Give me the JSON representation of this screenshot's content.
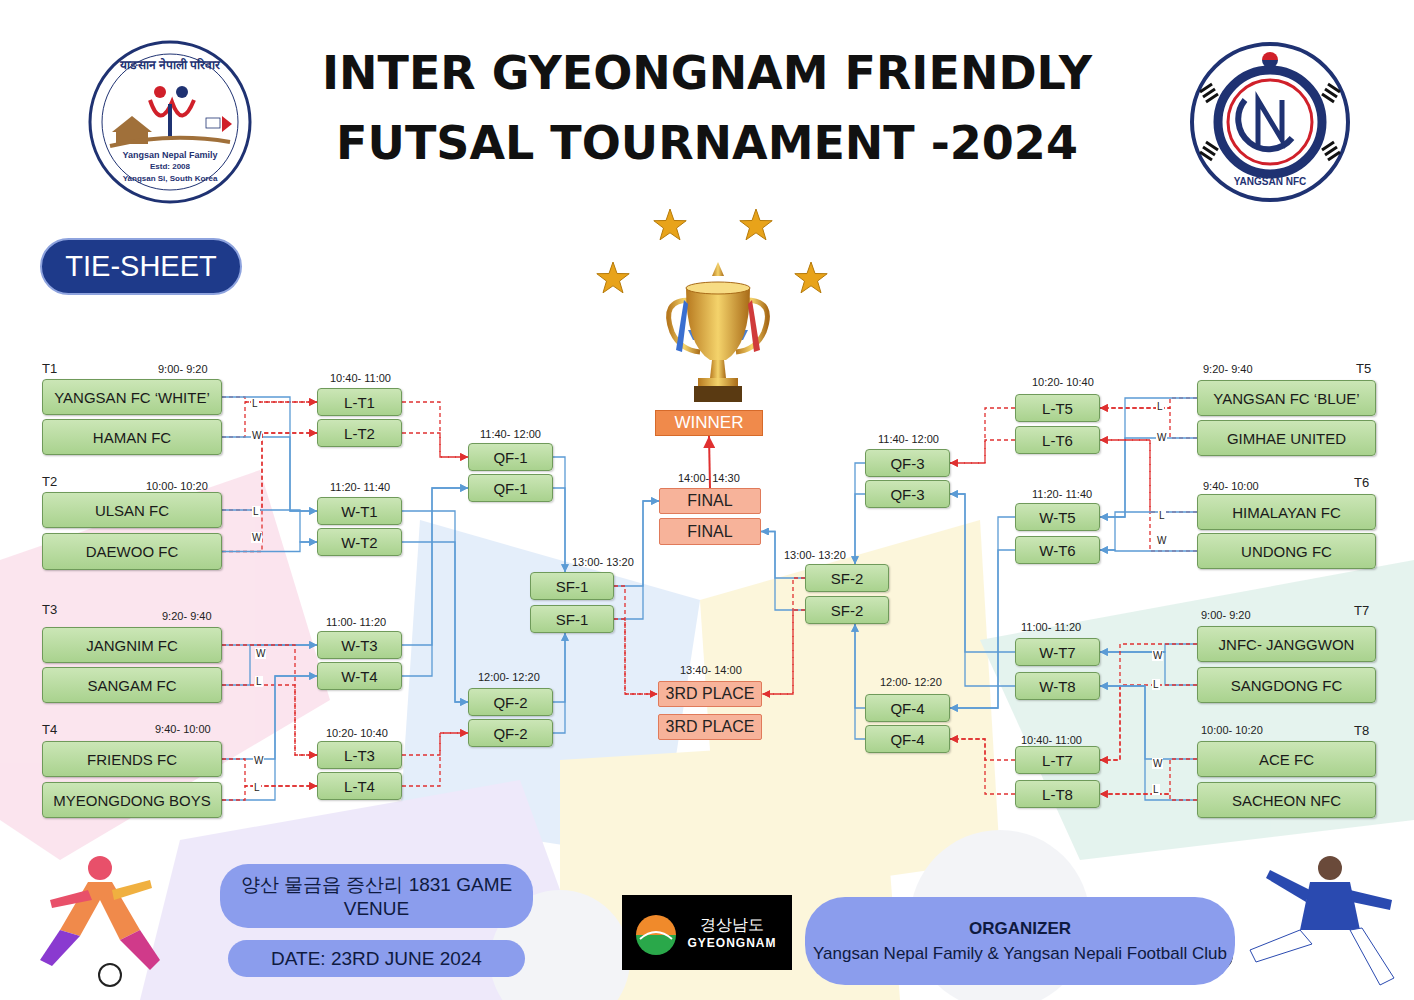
{
  "diagram": {
    "title": "INTER GYEONGNAM FRIENDLY FUTSAL TOURNAMENT -2024",
    "nodes": [
      {
        "text": [
          "TIE-SHEET"
        ]
      },
      {
        "text": [
          "YANGSAN FC ‘WHITE’"
        ]
      },
      {
        "text": [
          "HAMAN FC"
        ]
      },
      {
        "text": [
          "ULSAN FC"
        ]
      },
      {
        "text": [
          "DAEWOO FC"
        ]
      },
      {
        "text": [
          "JANGNIM FC"
        ]
      },
      {
        "text": [
          "SANGAM FC"
        ]
      },
      {
        "text": [
          "FRIENDS FC"
        ]
      },
      {
        "text": [
          "MYEONGDONG BOYS"
        ]
      },
      {
        "text": [
          "L-T1"
        ]
      },
      {
        "text": [
          "L-T2"
        ]
      },
      {
        "text": [
          "W-T1"
        ]
      },
      {
        "text": [
          "W-T2"
        ]
      },
      {
        "text": [
          "W-T3"
        ]
      },
      {
        "text": [
          "W-T4"
        ]
      },
      {
        "text": [
          "L-T3"
        ]
      },
      {
        "text": [
          "L-T4"
        ]
      },
      {
        "text": [
          "QF-1"
        ]
      },
      {
        "text": [
          "QF-1"
        ]
      },
      {
        "text": [
          "QF-2"
        ]
      },
      {
        "text": [
          "QF-2"
        ]
      },
      {
        "text": [
          "SF-1"
        ]
      },
      {
        "text": [
          "SF-1"
        ]
      },
      {
        "text": [
          "WINNER"
        ]
      },
      {
        "text": [
          "FINAL"
        ]
      },
      {
        "text": [
          "FINAL"
        ]
      },
      {
        "text": [
          "3RD PLACE"
        ]
      },
      {
        "text": [
          "3RD PLACE"
        ]
      },
      {
        "text": [
          "SF-2"
        ]
      },
      {
        "text": [
          "SF-2"
        ]
      },
      {
        "text": [
          "QF-3"
        ]
      },
      {
        "text": [
          "QF-3"
        ]
      },
      {
        "text": [
          "QF-4"
        ]
      },
      {
        "text": [
          "QF-4"
        ]
      },
      {
        "text": [
          "L-T5"
        ]
      },
      {
        "text": [
          "L-T6"
        ]
      },
      {
        "text": [
          "W-T5"
        ]
      },
      {
        "text": [
          "W-T6"
        ]
      },
      {
        "text": [
          "W-T7"
        ]
      },
      {
        "text": [
          "W-T8"
        ]
      },
      {
        "text": [
          "L-T7"
        ]
      },
      {
        "text": [
          "L-T8"
        ]
      },
      {
        "text": [
          "YANGSAN FC ‘BLUE’"
        ]
      },
      {
        "text": [
          "GIMHAE UNITED"
        ]
      },
      {
        "text": [
          "HIMALAYAN FC"
        ]
      },
      {
        "text": [
          "UNDONG FC"
        ]
      },
      {
        "text": [
          "JNFC- JANGGWON"
        ]
      },
      {
        "text": [
          "SANGDONG FC"
        ]
      },
      {
        "text": [
          "ACE FC"
        ]
      },
      {
        "text": [
          "SACHEON NFC"
        ]
      },
      {
        "text": [
          "양산 물금읍 증산리 1831 GAME VENUE"
        ]
      },
      {
        "text": [
          "DATE: 23RD JUNE 2024"
        ]
      },
      {
        "text": [
          "ORGANIZER",
          "Yangsan Nepal Family & Yangsan Nepali Football Club"
        ]
      },
      {
        "text": [
          "경상남도",
          "GYEONGNAM"
        ]
      }
    ],
    "edges": [
      {
        "from": 1,
        "to": 9,
        "arrow": "to"
      },
      {
        "from": 2,
        "to": 9,
        "arrow": "to"
      },
      {
        "from": 1,
        "to": 11,
        "arrow": "to"
      },
      {
        "from": 2,
        "to": 11,
        "arrow": "to"
      },
      {
        "from": 3,
        "to": 10,
        "arrow": "to"
      },
      {
        "from": 4,
        "to": 10,
        "arrow": "to"
      },
      {
        "from": 3,
        "to": 12,
        "arrow": "to"
      },
      {
        "from": 4,
        "to": 12,
        "arrow": "to"
      },
      {
        "from": 5,
        "to": 13,
        "arrow": "to"
      },
      {
        "from": 6,
        "to": 13,
        "arrow": "to"
      },
      {
        "from": 5,
        "to": 15,
        "arrow": "to"
      },
      {
        "from": 6,
        "to": 15,
        "arrow": "to"
      },
      {
        "from": 7,
        "to": 14,
        "arrow": "to"
      },
      {
        "from": 8,
        "to": 14,
        "arrow": "to"
      },
      {
        "from": 7,
        "to": 16,
        "arrow": "to"
      },
      {
        "from": 8,
        "to": 16,
        "arrow": "to"
      },
      {
        "from": 42,
        "to": 34,
        "arrow": "to"
      },
      {
        "from": 43,
        "to": 34,
        "arrow": "to"
      },
      {
        "from": 42,
        "to": 36,
        "arrow": "to"
      },
      {
        "from": 43,
        "to": 36,
        "arrow": "to"
      },
      {
        "from": 44,
        "to": 35,
        "arrow": "to"
      },
      {
        "from": 45,
        "to": 35,
        "arrow": "to"
      },
      {
        "from": 44,
        "to": 37,
        "arrow": "to"
      },
      {
        "from": 45,
        "to": 37,
        "arrow": "to"
      },
      {
        "from": 46,
        "to": 38,
        "arrow": "to"
      },
      {
        "from": 47,
        "to": 38,
        "arrow": "to"
      },
      {
        "from": 46,
        "to": 40,
        "arrow": "to"
      },
      {
        "from": 47,
        "to": 40,
        "arrow": "to"
      },
      {
        "from": 48,
        "to": 39,
        "arrow": "to"
      },
      {
        "from": 49,
        "to": 39,
        "arrow": "to"
      },
      {
        "from": 48,
        "to": 41,
        "arrow": "to"
      },
      {
        "from": 49,
        "to": 41,
        "arrow": "to"
      },
      {
        "from": 9,
        "to": 17,
        "arrow": "to"
      },
      {
        "from": 10,
        "to": 17,
        "arrow": "to"
      },
      {
        "from": 13,
        "to": 18,
        "arrow": "to"
      },
      {
        "from": 14,
        "to": 18,
        "arrow": "to"
      },
      {
        "from": 11,
        "to": 19,
        "arrow": "to"
      },
      {
        "from": 12,
        "to": 19,
        "arrow": "to"
      },
      {
        "from": 15,
        "to": 20,
        "arrow": "to"
      },
      {
        "from": 16,
        "to": 20,
        "arrow": "to"
      },
      {
        "from": 34,
        "to": 30,
        "arrow": "to"
      },
      {
        "from": 35,
        "to": 30,
        "arrow": "to"
      },
      {
        "from": 38,
        "to": 31,
        "arrow": "to"
      },
      {
        "from": 39,
        "to": 31,
        "arrow": "to"
      },
      {
        "from": 36,
        "to": 32,
        "arrow": "to"
      },
      {
        "from": 37,
        "to": 32,
        "arrow": "to"
      },
      {
        "from": 40,
        "to": 33,
        "arrow": "to"
      },
      {
        "from": 41,
        "to": 33,
        "arrow": "to"
      },
      {
        "from": 17,
        "to": 21,
        "arrow": "to"
      },
      {
        "from": 18,
        "to": 21,
        "arrow": "to"
      },
      {
        "from": 19,
        "to": 22,
        "arrow": "to"
      },
      {
        "from": 20,
        "to": 22,
        "arrow": "to"
      },
      {
        "from": 30,
        "to": 28,
        "arrow": "to"
      },
      {
        "from": 31,
        "to": 28,
        "arrow": "to"
      },
      {
        "from": 32,
        "to": 29,
        "arrow": "to"
      },
      {
        "from": 33,
        "to": 29,
        "arrow": "to"
      },
      {
        "from": 21,
        "to": 24,
        "arrow": "to"
      },
      {
        "from": 22,
        "to": 24,
        "arrow": "to"
      },
      {
        "from": 21,
        "to": 26,
        "arrow": "to"
      },
      {
        "from": 22,
        "to": 26,
        "arrow": "to"
      },
      {
        "from": 28,
        "to": 25,
        "arrow": "to"
      },
      {
        "from": 29,
        "to": 25,
        "arrow": "to"
      },
      {
        "from": 28,
        "to": 26,
        "arrow": "to"
      },
      {
        "from": 29,
        "to": 26,
        "arrow": "to"
      },
      {
        "from": 24,
        "to": 23,
        "arrow": "to"
      }
    ],
    "labels": [
      "T1",
      "T2",
      "T3",
      "T4",
      "T5",
      "T6",
      "T7",
      "T8",
      "9:00- 9:20",
      "10:00- 10:20",
      "9:20- 9:40",
      "9:40- 10:00",
      "9:20- 9:40",
      "9:40- 10:00",
      "9:00- 9:20",
      "10:00- 10:20",
      "10:40- 11:00",
      "11:20- 11:40",
      "11:00- 11:20",
      "10:20- 10:40",
      "11:40- 12:00",
      "12:00- 12:20",
      "13:00- 13:20",
      "14:00- 14:30",
      "13:40- 14:00",
      "13:00- 13:20",
      "11:40- 12:00",
      "12:00- 12:20",
      "10:20- 10:40",
      "11:20- 11:40",
      "11:00- 11:20",
      "10:40- 11:00",
      "L",
      "W",
      "L",
      "W",
      "W",
      "L",
      "W",
      "L",
      "L",
      "W",
      "L",
      "W",
      "W",
      "L",
      "W",
      "L",
      "याङसान नेपाली परिवार",
      "Yangsan Nepal Family",
      "Estd: 2008",
      "Yangsan Si, South Korea",
      "YANGSAN NFC"
    ]
  }
}
